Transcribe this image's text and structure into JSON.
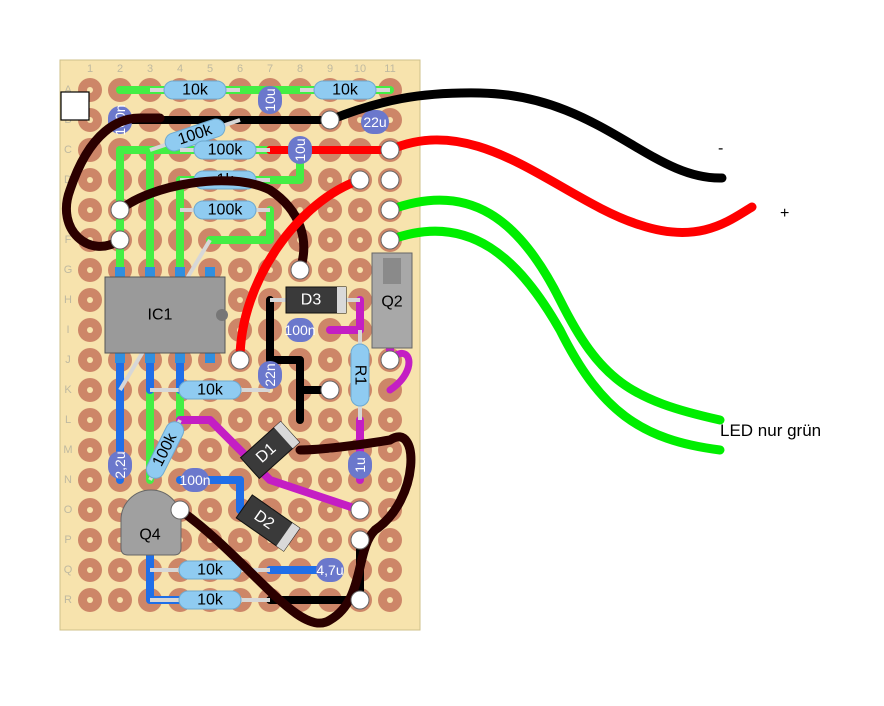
{
  "board": {
    "columns": [
      "1",
      "2",
      "3",
      "4",
      "5",
      "6",
      "7",
      "8",
      "9",
      "10",
      "11"
    ],
    "rows": [
      "A",
      "B",
      "C",
      "D",
      "E",
      "F",
      "G",
      "H",
      "I",
      "J",
      "K",
      "L",
      "M",
      "N",
      "O",
      "P",
      "Q",
      "R"
    ]
  },
  "wire_labels": {
    "minus": "-",
    "plus": "+",
    "led": "LED nur grün"
  },
  "components": {
    "resistors": [
      {
        "label": "10k"
      },
      {
        "label": "10k"
      },
      {
        "label": "100k"
      },
      {
        "label": "100k"
      },
      {
        "label": "1k"
      },
      {
        "label": "100k"
      },
      {
        "label": "10k"
      },
      {
        "label": "10k"
      },
      {
        "label": "100k"
      },
      {
        "label": "10k"
      },
      {
        "label": "10k"
      },
      {
        "label": "R1"
      }
    ],
    "capacitors": [
      {
        "label": "100n"
      },
      {
        "label": "10u"
      },
      {
        "label": "22u"
      },
      {
        "label": "10u"
      },
      {
        "label": "100n"
      },
      {
        "label": "22n"
      },
      {
        "label": "2,2u"
      },
      {
        "label": "100n"
      },
      {
        "label": "1u"
      },
      {
        "label": "4,7u"
      }
    ],
    "ic": {
      "label": "IC1"
    },
    "diodes": [
      {
        "label": "D3"
      },
      {
        "label": "D1"
      },
      {
        "label": "D2"
      }
    ],
    "transistors": [
      {
        "label": "Q2"
      },
      {
        "label": "Q4"
      }
    ]
  },
  "colors": {
    "board": "#f7e3ad",
    "pad": "#cd8668",
    "resistor": "#8fcbf1",
    "capacitor": "#6b78cc",
    "wire_black": "#000000",
    "wire_red": "#ff0000",
    "wire_green": "#00ee00",
    "wire_brown": "#2b0000",
    "trace_green": "#44ee44",
    "trace_blue": "#1f6fe8",
    "trace_magenta": "#c41ec4",
    "ic_body": "#9a9a9a"
  }
}
